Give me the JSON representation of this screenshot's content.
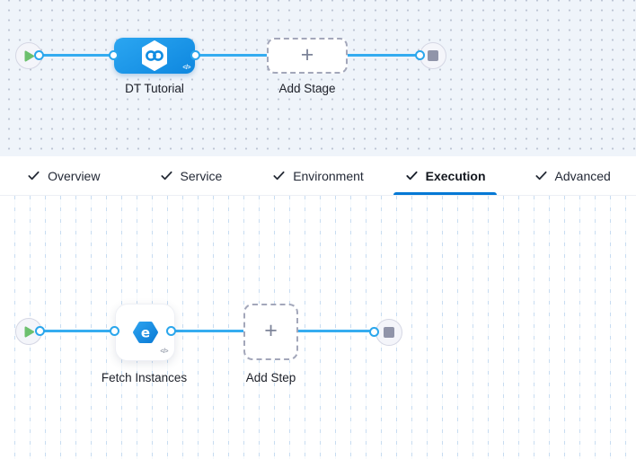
{
  "icons": {
    "plus_glyph": "+",
    "code_glyph": "</>",
    "fetch_glyph": "e"
  },
  "stage_pipeline": {
    "stage_label": "DT Tutorial",
    "add_stage_label": "Add Stage"
  },
  "config_tabs": {
    "items": [
      {
        "label": "Overview",
        "checked": true,
        "active": false
      },
      {
        "label": "Service",
        "checked": true,
        "active": false
      },
      {
        "label": "Environment",
        "checked": true,
        "active": false
      },
      {
        "label": "Execution",
        "checked": true,
        "active": true
      },
      {
        "label": "Advanced",
        "checked": true,
        "active": false
      }
    ]
  },
  "execution_pipeline": {
    "step_label": "Fetch Instances",
    "add_step_label": "Add Step"
  },
  "colors": {
    "accent_blue": "#0278d5",
    "edge_blue": "#35acf0",
    "stage_node_blue": "#1494e9",
    "play_green": "#6cc06e",
    "stop_gray": "#9094a9"
  }
}
